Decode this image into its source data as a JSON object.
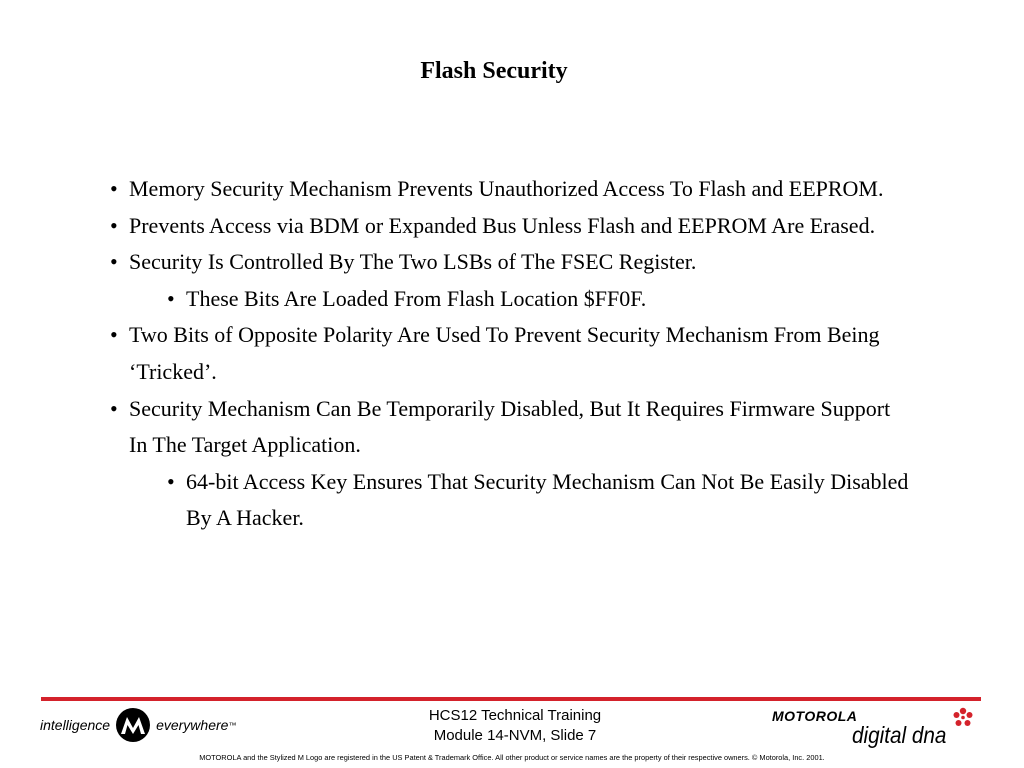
{
  "slide": {
    "title": "Flash Security",
    "bullets": [
      {
        "level": 1,
        "text": "Memory Security Mechanism Prevents Unauthorized Access To Flash and EEPROM."
      },
      {
        "level": 1,
        "text": "Prevents Access via BDM or Expanded Bus Unless Flash and EEPROM Are Erased."
      },
      {
        "level": 1,
        "text": "Security Is Controlled By The Two LSBs of The FSEC Register."
      },
      {
        "level": 2,
        "text": "These Bits Are Loaded From Flash Location $FF0F."
      },
      {
        "level": 1,
        "text": "Two Bits of Opposite Polarity Are Used To Prevent Security Mechanism From Being ‘Tricked’."
      },
      {
        "level": 1,
        "text": "Security Mechanism Can Be Temporarily Disabled, But It Requires Firmware Support In The Target Application."
      },
      {
        "level": 2,
        "text": "64-bit Access Key Ensures That Security Mechanism Can Not Be Easily Disabled By A Hacker."
      }
    ],
    "bullet_glyph": "•"
  },
  "footer": {
    "tagline_left": "intelligence",
    "tagline_right": "everywhere",
    "tagline_tm": "™",
    "course_title": "HCS12 Technical Training",
    "slide_ref": "Module 14-NVM, Slide 7",
    "brand": "MOTOROLA",
    "sub_brand": "digital dna",
    "legal": "MOTOROLA and the Stylized M Logo are registered in the US Patent & Trademark Office. All other  product or service names are the property of their respective owners.  © Motorola, Inc. 2001.",
    "accent_color": "#d4222b",
    "logo_icon": "motorola-batwing-icon",
    "dna_icon": "digital-dna-asterisk-icon"
  }
}
